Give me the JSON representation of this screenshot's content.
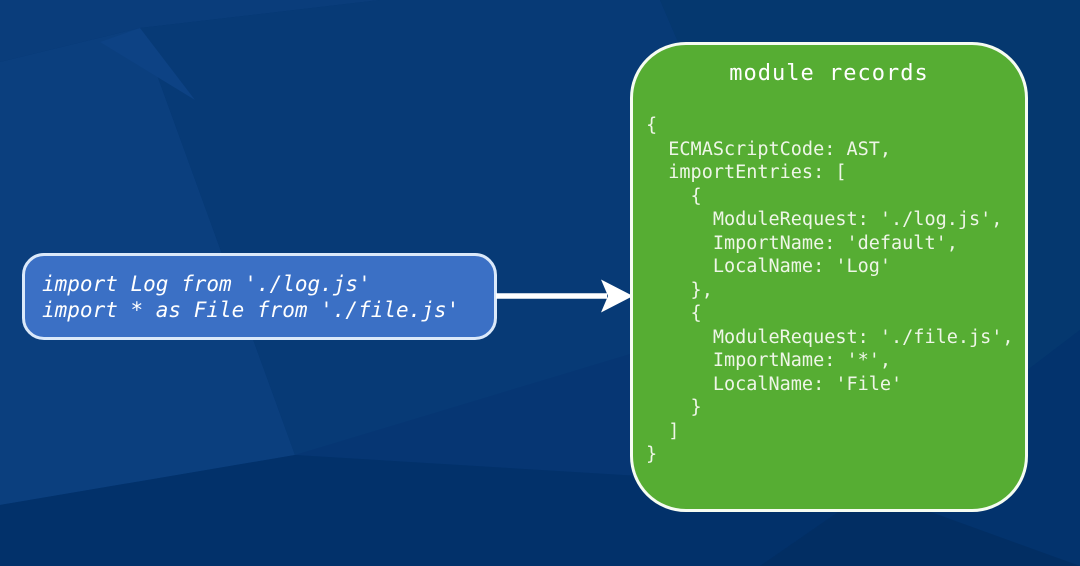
{
  "diagram": {
    "source_box": {
      "lines": [
        "import Log from './log.js'",
        "import * as File from './file.js'"
      ]
    },
    "arrow": {
      "icon": "right-arrow",
      "direction": "right"
    },
    "records_box": {
      "title": "module records",
      "code_lines": [
        "{",
        "  ECMAScriptCode: AST,",
        "  importEntries: [",
        "    {",
        "      ModuleRequest: './log.js',",
        "      ImportName: 'default',",
        "      LocalName: 'Log'",
        "    },",
        "    {",
        "      ModuleRequest: './file.js',",
        "      ImportName: '*',",
        "      LocalName: 'File'",
        "    }",
        "  ]",
        "}"
      ]
    },
    "colors": {
      "background": "#04356f",
      "source_box_fill": "#3b70c5",
      "source_box_border": "#dbe9fa",
      "records_box_fill": "#56ad33",
      "records_box_border": "#f6fcf2",
      "source_text": "#ffffff",
      "records_text": "#eef6e7",
      "title_text": "#ffffff",
      "arrow": "#ffffff"
    }
  }
}
